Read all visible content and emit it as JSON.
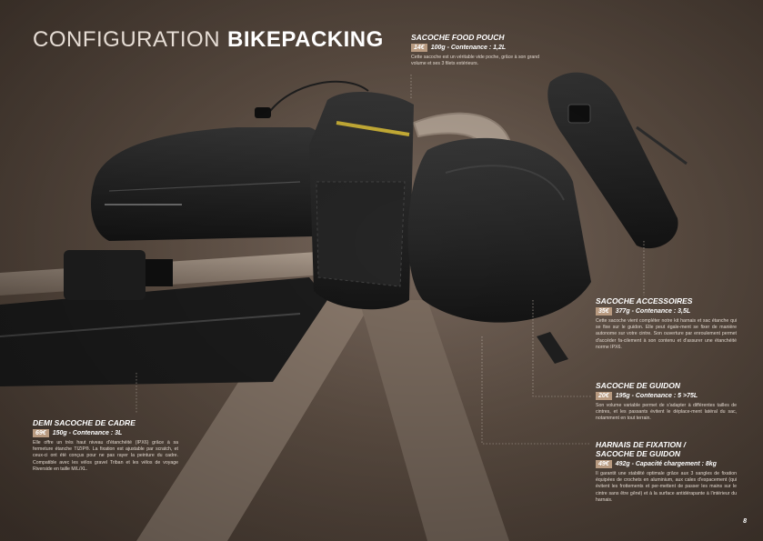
{
  "header": {
    "title_light": "CONFIGURATION",
    "title_bold": "BIKEPACKING"
  },
  "products": {
    "food_pouch": {
      "name": "SACOCHE FOOD POUCH",
      "price": "14€",
      "specs": "100g - Contenance : 1,2L",
      "description": "Cette sacoche est un véritable vide poche, grâce à son grand volume et ses 3 filets extérieurs."
    },
    "accessoires": {
      "name": "SACOCHE ACCESSOIRES",
      "price": "35€",
      "specs": "377g - Contenance : 3,5L",
      "description": "Cette sacoche vient compléter notre kit harnais et sac étanche qui se fixe sur le guidon. Elle peut égale-ment se fixer de manière autonome sur votre cintre. Son ouverture par enroulement permet d'accéder fa-cilement à son contenu et d'assurer une étanchéité norme IPX6."
    },
    "guidon": {
      "name": "SACOCHE DE GUIDON",
      "price": "20€",
      "specs": "195g - Contenance : 5 >75L",
      "description": "Son volume variable permet de s'adapter à différentes tailles de cintres, et les passants évitent le déplace-ment latéral du sac, notamment en tout terrain."
    },
    "harnais": {
      "name_line1": "HARNAIS DE FIXATION /",
      "name_line2": "SACOCHE DE GUIDON",
      "price": "49€",
      "specs": "492g - Capacité chargement : 8kg",
      "description": "Il garantit une stabilité optimale grâce aux 3 sangles de fixation équipées de crochets en aluminium, aux cales d'espacement (qui évitent les frottements et per-mettent de passer les mains sur le cintre sans être gêné) et à la surface antidérapante à l'intérieur du harnais."
    },
    "cadre": {
      "name": "DEMI SACOCHE DE CADRE",
      "price": "69€",
      "specs": "150g - Contenance : 3L",
      "description": "Elle offre un très haut niveau d'étanchéité (IPX6) grâce à sa fermeture étanche TIZIP®. La fixation est ajustable par scratch, et ceux-ci ont été conçus pour ne pas rayer la peinture du cadre. Compatible avec les vélos gravel Triban et les vélos de voyage Riverside en taille M/L/XL."
    }
  },
  "page_number": "8"
}
